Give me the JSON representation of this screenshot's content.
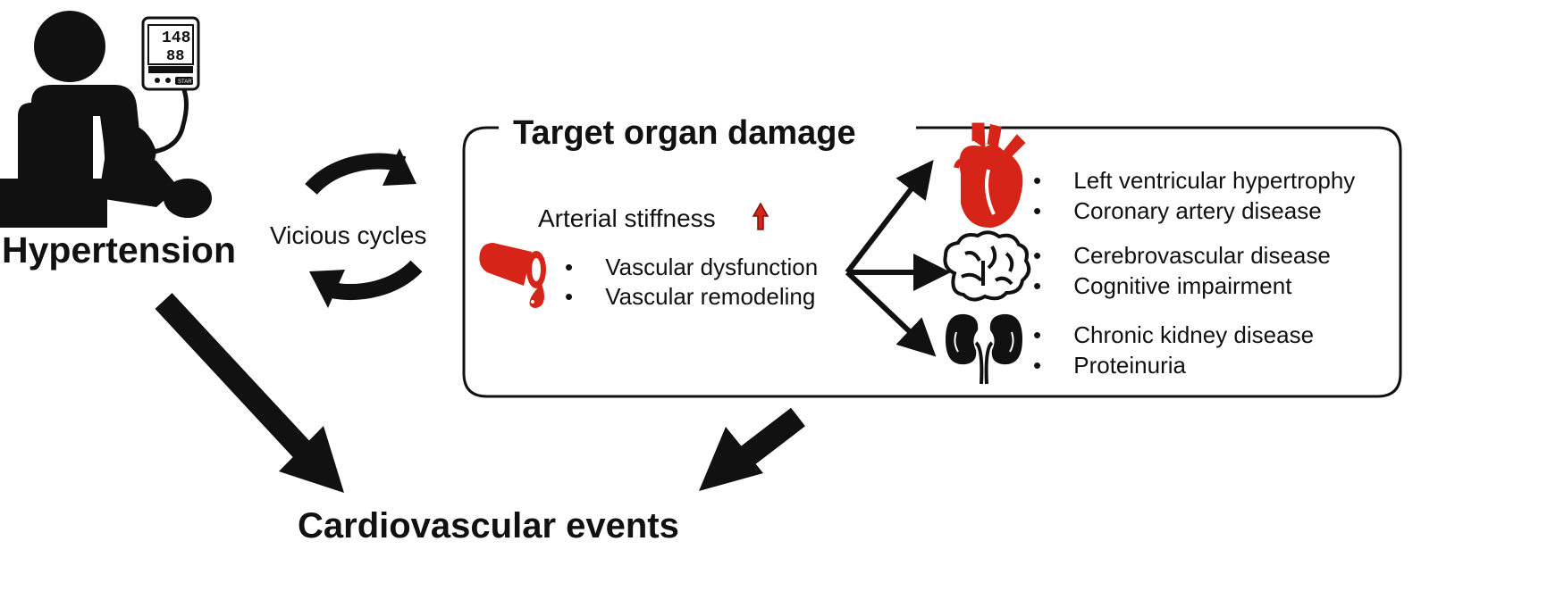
{
  "hypertension": {
    "label": "Hypertension"
  },
  "monitor": {
    "systolic": "148",
    "diastolic": "88",
    "start_label": "START"
  },
  "cycle": {
    "label": "Vicious cycles"
  },
  "tod": {
    "title": "Target organ damage",
    "stiffness_label": "Arterial stiffness",
    "vascular_items": [
      "Vascular dysfunction",
      "Vascular remodeling"
    ],
    "organs": [
      {
        "icon": "heart-icon",
        "items": [
          "Left ventricular hypertrophy",
          "Coronary artery disease"
        ]
      },
      {
        "icon": "brain-icon",
        "items": [
          "Cerebrovascular disease",
          "Cognitive impairment"
        ]
      },
      {
        "icon": "kidney-icon",
        "items": [
          "Chronic kidney disease",
          "Proteinuria"
        ]
      }
    ]
  },
  "outcome": {
    "label": "Cardiovascular events"
  },
  "colors": {
    "accent": "#d62418",
    "ink": "#111111"
  }
}
